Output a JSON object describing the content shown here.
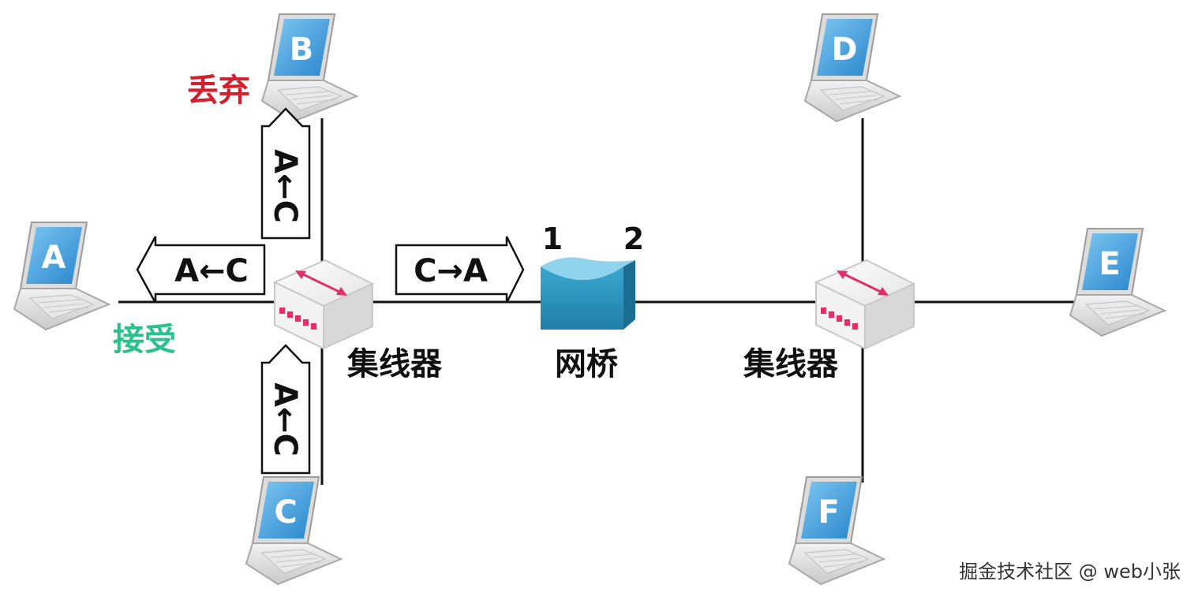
{
  "hosts": {
    "a": "A",
    "b": "B",
    "c": "C",
    "d": "D",
    "e": "E",
    "f": "F"
  },
  "labels": {
    "hub_left": "集线器",
    "hub_right": "集线器",
    "bridge": "网桥",
    "accept": "接受",
    "discard": "丢弃",
    "bridge_port_1": "1",
    "bridge_port_2": "2"
  },
  "frames": {
    "to_a": "A←C",
    "to_b": "A←C",
    "from_c": "A←C",
    "to_bridge": "C→A"
  },
  "colors": {
    "accept": "#2ac28a",
    "discard": "#d4202e",
    "laptop_screen": "#3a9ad9",
    "bridge": "#2a90b8",
    "hub_arrow": "#e0306a"
  },
  "watermark": "掘金技术社区 @ web小张"
}
